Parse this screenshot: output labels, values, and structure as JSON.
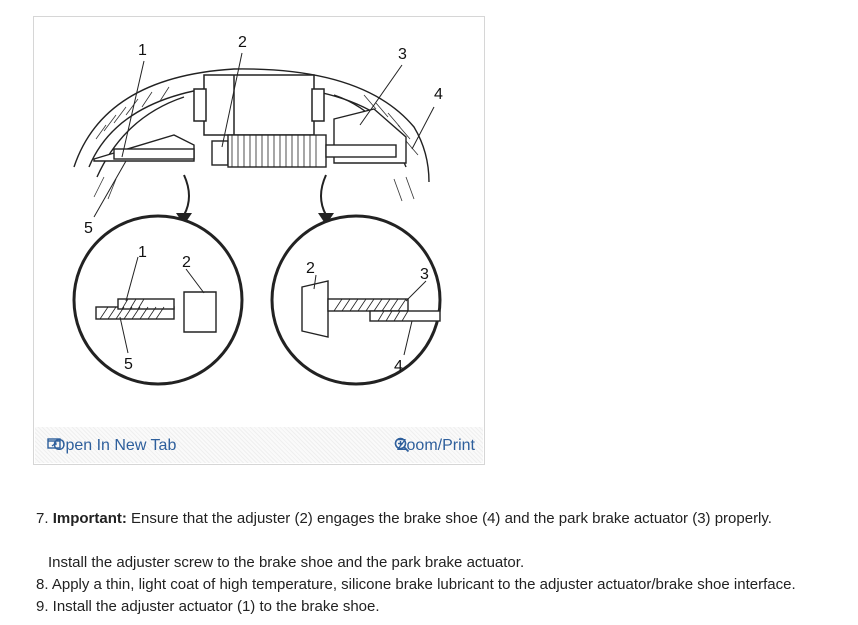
{
  "figure": {
    "callouts": {
      "top": [
        "1",
        "2",
        "3",
        "4",
        "5"
      ],
      "left_detail": [
        "1",
        "2",
        "5"
      ],
      "right_detail": [
        "2",
        "3",
        "4"
      ]
    },
    "open_tab_label": "Open In New Tab",
    "open_tab_icon": "open-in-new-tab-icon",
    "zoom_print_label": "Zoom/Print",
    "zoom_icon": "magnifier-plus-icon",
    "link_color": "#2e5f9c"
  },
  "steps": {
    "step7_num": "7.",
    "step7_bold": "Important:",
    "step7_text": " Ensure that the adjuster (2) engages the brake shoe (4) and the park brake actuator (3) properly.",
    "step7_sub": "Install the adjuster screw to the brake shoe and the park brake actuator.",
    "step8": "8. Apply a thin, light coat of high temperature, silicone brake lubricant to the adjuster actuator/brake shoe interface.",
    "step9": "9. Install the adjuster actuator (1) to the brake shoe."
  }
}
